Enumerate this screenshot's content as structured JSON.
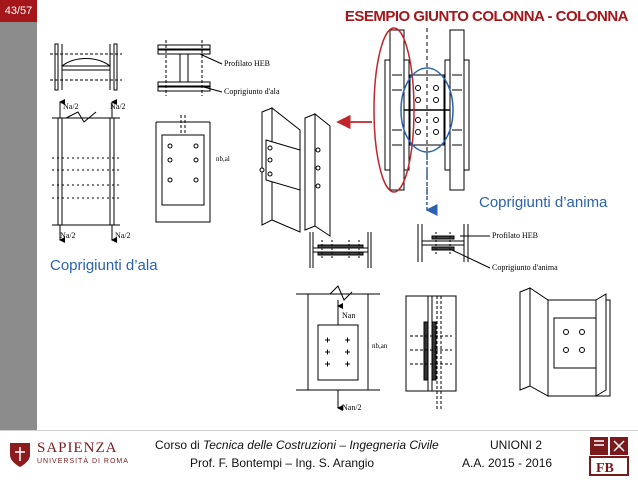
{
  "slide_number": "43/57",
  "title": "ESEMPIO GIUNTO COLONNA - COLONNA",
  "labels": {
    "coprigiunti_ala": "Coprigiunti d’ala",
    "coprigiunti_anima": "Coprigiunti d’anima"
  },
  "diagram_texts": {
    "na2_left_top": "Na/2",
    "na2_right_top": "Na/2",
    "na2_left_bottom": "Na/2",
    "na2_right_bottom": "Na/2",
    "profilato_heb_1": "Profilato HEB",
    "coprigiunto_ala": "Coprigiunto d'ala",
    "nbal": "nb,al",
    "profilato_heb_2": "Profilato HEB",
    "coprigiunto_anima": "Coprigiunto d'anima",
    "nan": "Nan",
    "nban": "nb,an",
    "nan2": "Nan/2"
  },
  "footer": {
    "university_line1": "SAPIENZA",
    "university_line2": "UNIVERSITÀ DI ROMA",
    "course_prefix": "Corso di ",
    "course_name": "Tecnica delle Costruzioni – Ingegneria Civile",
    "professors": "Prof. F. Bontempi – Ing. S. Arangio",
    "unit": "UNIONI 2",
    "year": "A.A. 2015 - 2016",
    "logo_text": "FB"
  },
  "colors": {
    "title_red": "#a4161a",
    "label_blue": "#2a62b0",
    "sidebar_gray": "#8c8c8c"
  }
}
